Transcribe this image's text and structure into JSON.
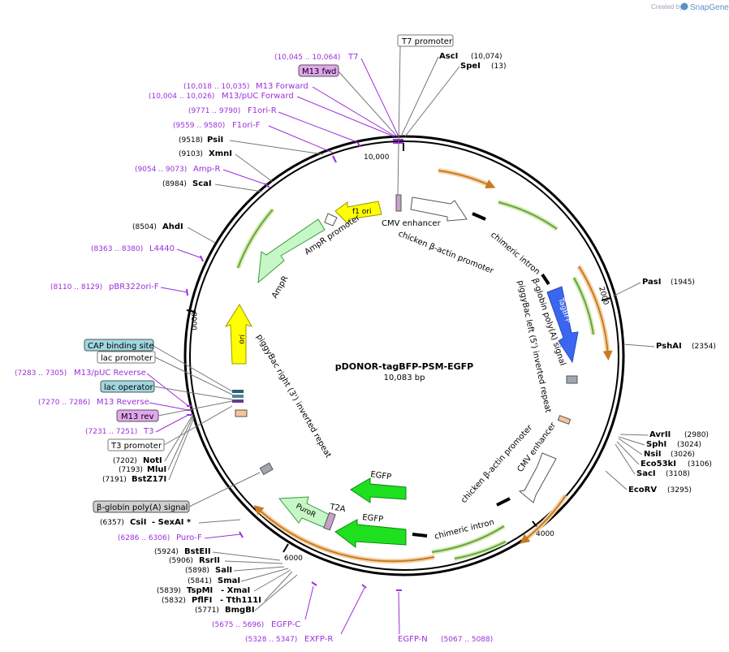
{
  "header": {
    "credit": "Created by",
    "brand": "SnapGene"
  },
  "plasmid": {
    "name": "pDONOR-tagBFP-PSM-EGFP",
    "size_label": "10,083 bp"
  },
  "ticks": [
    "10,000",
    "2000",
    "4000",
    "6000",
    "8000"
  ],
  "restriction_sites": [
    {
      "name": "AscI",
      "pos": "(10,074)"
    },
    {
      "name": "SpeI",
      "pos": "(13)"
    },
    {
      "name": "PsiI",
      "pos": "(9518)"
    },
    {
      "name": "XmnI",
      "pos": "(9103)"
    },
    {
      "name": "ScaI",
      "pos": "(8984)"
    },
    {
      "name": "AhdI",
      "pos": "(8504)"
    },
    {
      "name": "PasI",
      "pos": "(1945)"
    },
    {
      "name": "PshAI",
      "pos": "(2354)"
    },
    {
      "name": "AvrII",
      "pos": "(2980)"
    },
    {
      "name": "SphI",
      "pos": "(3024)"
    },
    {
      "name": "NsiI",
      "pos": "(3026)"
    },
    {
      "name": "Eco53kI",
      "pos": "(3106)"
    },
    {
      "name": "SacI",
      "pos": "(3108)"
    },
    {
      "name": "EcoRV",
      "pos": "(3295)"
    },
    {
      "name": "NotI",
      "pos": "(7202)"
    },
    {
      "name": "MluI",
      "pos": "(7193)"
    },
    {
      "name": "BstZ17I",
      "pos": "(7191)"
    },
    {
      "name": "CsiI",
      "pos": "(6357)"
    },
    {
      "name": "- SexAI *",
      "pos": ""
    },
    {
      "name": "BstEII",
      "pos": "(5924)"
    },
    {
      "name": "RsrII",
      "pos": "(5906)"
    },
    {
      "name": "SalI",
      "pos": "(5898)"
    },
    {
      "name": "SmaI",
      "pos": "(5841)"
    },
    {
      "name": "TspMI",
      "pos": "(5839)"
    },
    {
      "name": "- XmaI",
      "pos": ""
    },
    {
      "name": "PflFI",
      "pos": "(5832)"
    },
    {
      "name": "- Tth111I",
      "pos": ""
    },
    {
      "name": "BmgBI",
      "pos": "(5771)"
    }
  ],
  "primers": [
    {
      "name": "T7",
      "pos": "(10,045 .. 10,064)"
    },
    {
      "name": "M13 Forward",
      "pos": "(10,018 .. 10,035)"
    },
    {
      "name": "M13/pUC Forward",
      "pos": "(10,004 .. 10,026)"
    },
    {
      "name": "F1ori-R",
      "pos": "(9771 .. 9790)"
    },
    {
      "name": "F1ori-F",
      "pos": "(9559 .. 9580)"
    },
    {
      "name": "Amp-R",
      "pos": "(9054 .. 9073)"
    },
    {
      "name": "L4440",
      "pos": "(8363 .. 8380)"
    },
    {
      "name": "pBR322ori-F",
      "pos": "(8110 .. 8129)"
    },
    {
      "name": "M13/pUC Reverse",
      "pos": "(7283 .. 7305)"
    },
    {
      "name": "M13 Reverse",
      "pos": "(7270 .. 7286)"
    },
    {
      "name": "T3",
      "pos": "(7231 .. 7251)"
    },
    {
      "name": "Puro-F",
      "pos": "(6286 .. 6306)"
    },
    {
      "name": "EGFP-C",
      "pos": "(5675 .. 5696)"
    },
    {
      "name": "EXFP-R",
      "pos": "(5328 .. 5347)"
    },
    {
      "name": "EGFP-N",
      "pos": "(5067 .. 5088)"
    }
  ],
  "boxed_features": [
    {
      "name": "T7 promoter"
    },
    {
      "name": "M13 fwd"
    },
    {
      "name": "CAP binding site"
    },
    {
      "name": "lac promoter"
    },
    {
      "name": "lac operator"
    },
    {
      "name": "M13 rev"
    },
    {
      "name": "T3 promoter"
    },
    {
      "name": "β-globin poly(A) signal"
    }
  ],
  "features": [
    {
      "name": "CMV enhancer"
    },
    {
      "name": "chicken β-actin promoter"
    },
    {
      "name": "chimeric intron"
    },
    {
      "name": "TagBFP"
    },
    {
      "name": "β-globin poly(A) signal"
    },
    {
      "name": "piggyBac left (5') inverted repeat"
    },
    {
      "name": "CMV enhancer"
    },
    {
      "name": "chicken β-actin promoter"
    },
    {
      "name": "chimeric intron"
    },
    {
      "name": "EGFP"
    },
    {
      "name": "EGFP"
    },
    {
      "name": "T2A"
    },
    {
      "name": "PuroR"
    },
    {
      "name": "piggyBac right (3') inverted repeat"
    },
    {
      "name": "ori"
    },
    {
      "name": "AmpR"
    },
    {
      "name": "AmpR promoter"
    },
    {
      "name": "f1 ori"
    }
  ],
  "colors": {
    "tagbfp": "#3a66f0",
    "egfp": "#1fe01f",
    "ori": "#ffff00",
    "ampr": "#c6f7c6",
    "orange_track": "#c87b1f",
    "green_track": "#7dc242",
    "primer": "#9b30d9",
    "boxed_blue": "#9fd7e0",
    "boxed_purple": "#e2a6ee",
    "boxed_grey": "#cfcfcf"
  }
}
